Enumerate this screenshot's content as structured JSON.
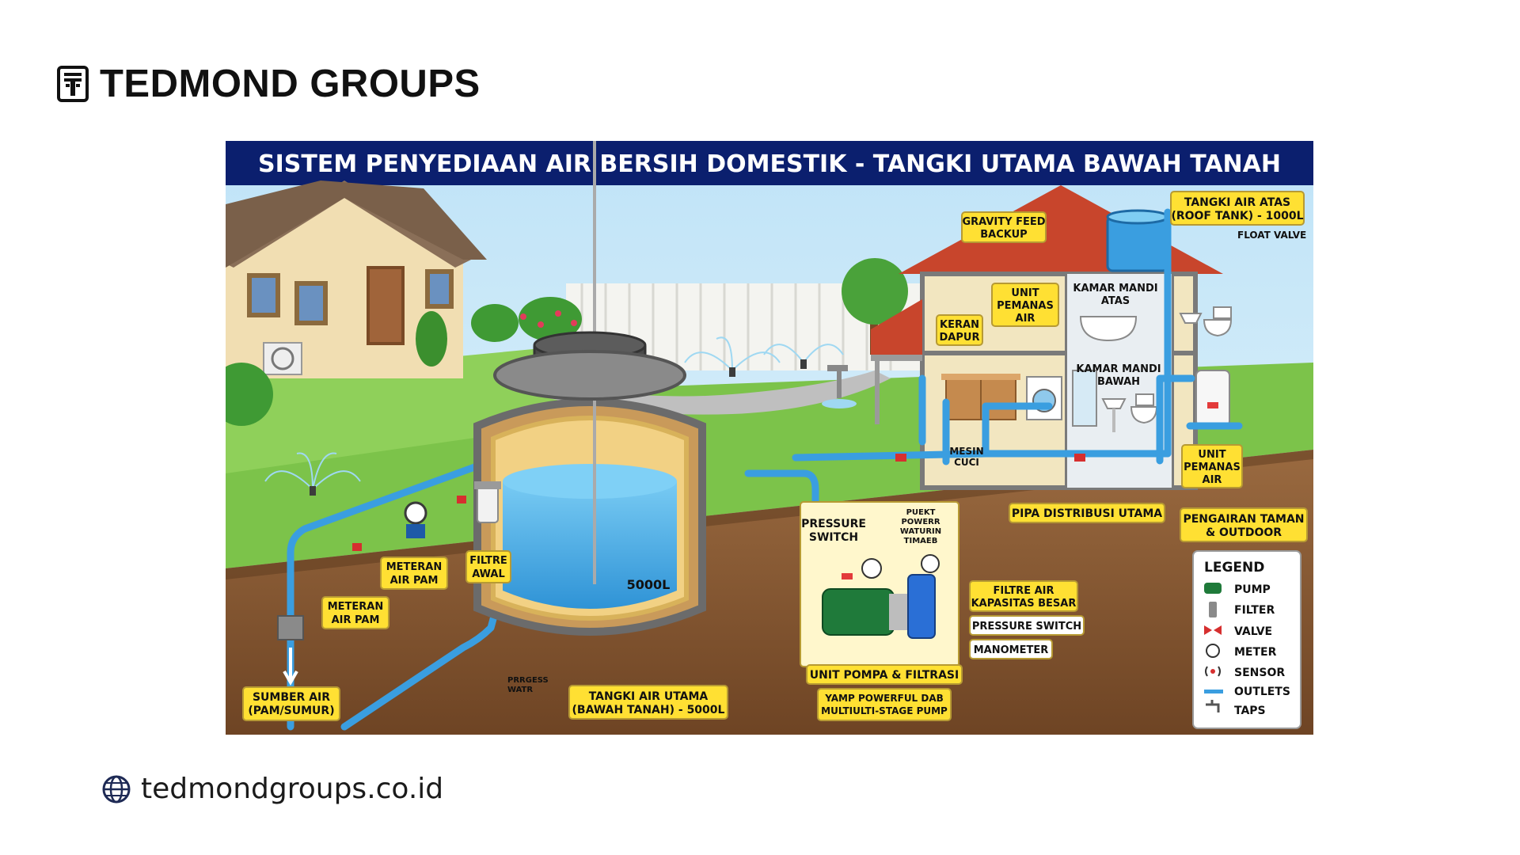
{
  "brand": {
    "name": "TEDMOND GROUPS",
    "icon": "tedmond-logo-icon"
  },
  "footer": {
    "url": "tedmondgroups.co.id",
    "icon": "globe-icon"
  },
  "diagram": {
    "title": "SISTEM PENYEDIAAN AIR BERSIH DOMESTIK - TANGKI UTAMA BAWAH TANAH",
    "labels": {
      "gravity_feed": [
        "GRAVITY FEED",
        "BACKUP"
      ],
      "roof_tank": [
        "TANGKI AIR ATAS",
        "(ROOF TANK) - 1000L"
      ],
      "float_valve": "FLOAT VALVE",
      "unit_pemanas_top": [
        "UNIT",
        "PEMANAS",
        "AIR"
      ],
      "keran_dapur": [
        "KERAN",
        "DAPUR"
      ],
      "kamar_mandi_atas": [
        "KAMAR MANDI",
        "ATAS"
      ],
      "kamar_mandi_bawah": [
        "KAMAR MANDI",
        "BAWAH"
      ],
      "mesin_cuci": [
        "MESIN",
        "CUCI"
      ],
      "unit_pemanas_bottom": [
        "UNIT",
        "PEMANAS",
        "AIR"
      ],
      "pipa_distribusi": "PIPA DISTRIBUSI UTAMA",
      "pengairan_taman": [
        "PENGAIRAN TAMAN",
        "& OUTDOOR"
      ],
      "pressure_switch_box": [
        "PRESSURE",
        "SWITCH"
      ],
      "puekt_power": [
        "PUEKT",
        "POWERR",
        "WATURIN",
        "TIMAEB"
      ],
      "filtre_air": [
        "FILTRE AIR",
        "KAPASITAS BESAR"
      ],
      "pressure_switch": "PRESSURE SWITCH",
      "manometer": "MANOMETER",
      "unit_pompa": "UNIT POMPA & FILTRASI",
      "pump_desc": [
        "YAMP POWERFUL DAB",
        "MULTIULTI-STAGE PUMP"
      ],
      "tank_capacity": "5000L",
      "tangki_utama": [
        "TANGKI AIR UTAMA",
        "(BAWAH TANAH) - 5000L"
      ],
      "progress_water": [
        "PRRGESS",
        "WATR"
      ],
      "meteran_pam_1": [
        "METERAN",
        "AIR PAM"
      ],
      "meteran_pam_2": [
        "METERAN",
        "AIR PAM"
      ],
      "filtre_awal": [
        "FILTRE",
        "AWAL"
      ],
      "sumber_air": [
        "SUMBER AIR",
        "(PAM/SUMUR)"
      ]
    },
    "legend": {
      "title": "LEGEND",
      "items": [
        {
          "label": "PUMP",
          "icon": "pump-icon"
        },
        {
          "label": "FILTER",
          "icon": "filter-icon"
        },
        {
          "label": "VALVE",
          "icon": "valve-icon"
        },
        {
          "label": "METER",
          "icon": "meter-icon"
        },
        {
          "label": "SENSOR",
          "icon": "sensor-icon"
        },
        {
          "label": "OUTLETS",
          "icon": "outlets-icon"
        },
        {
          "label": "TAPS",
          "icon": "tap-icon"
        }
      ]
    },
    "colors": {
      "title_bar": "#0b1f6e",
      "sky": "#cfe9f9",
      "grass": "#7cc34a",
      "soil": "#8a5a34",
      "pipe": "#3a9ee0",
      "water": "#5ab8ee",
      "label_bg": "#ffe033",
      "roof": "#c8452c"
    }
  }
}
